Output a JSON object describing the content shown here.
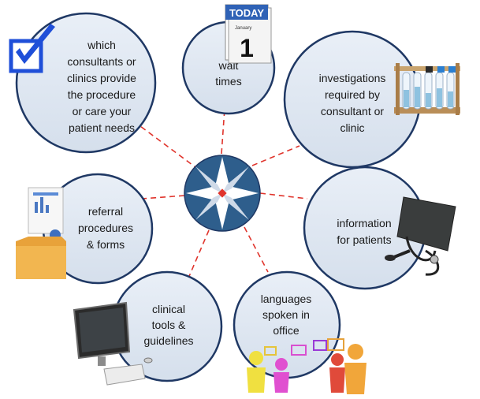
{
  "hub": {
    "icon": "compass-star-icon"
  },
  "nodes": [
    {
      "id": "consultants",
      "lines": [
        "which",
        "consultants or",
        "clinics provide",
        "the procedure",
        "or care your",
        "patient needs"
      ],
      "icon": "checkbox-checked-icon"
    },
    {
      "id": "wait-times",
      "lines": [
        "wait",
        "times"
      ],
      "icon": "calendar-icon"
    },
    {
      "id": "investigations",
      "lines": [
        "investigations",
        "required by",
        "consultant or",
        "clinic"
      ],
      "icon": "test-tubes-icon"
    },
    {
      "id": "info-patients",
      "lines": [
        "information",
        "for patients"
      ],
      "icon": "blood-pressure-cuff-icon"
    },
    {
      "id": "languages",
      "lines": [
        "languages",
        "spoken in",
        "office"
      ],
      "icon": "people-speech-icon"
    },
    {
      "id": "clinical-tools",
      "lines": [
        "clinical",
        "tools &",
        "guidelines"
      ],
      "icon": "computer-icon"
    },
    {
      "id": "referral",
      "lines": [
        "referral",
        "procedures",
        "& forms"
      ],
      "icon": "folder-documents-icon"
    }
  ],
  "calendar": {
    "header": "TODAY",
    "month": "January",
    "day": "1"
  },
  "colors": {
    "circle_fill": "#dde6f2",
    "circle_stroke": "#1f3864",
    "connector": "#e0342c",
    "hub_fill": "#2e5e8c",
    "checkbox": "#1f4fd8"
  }
}
